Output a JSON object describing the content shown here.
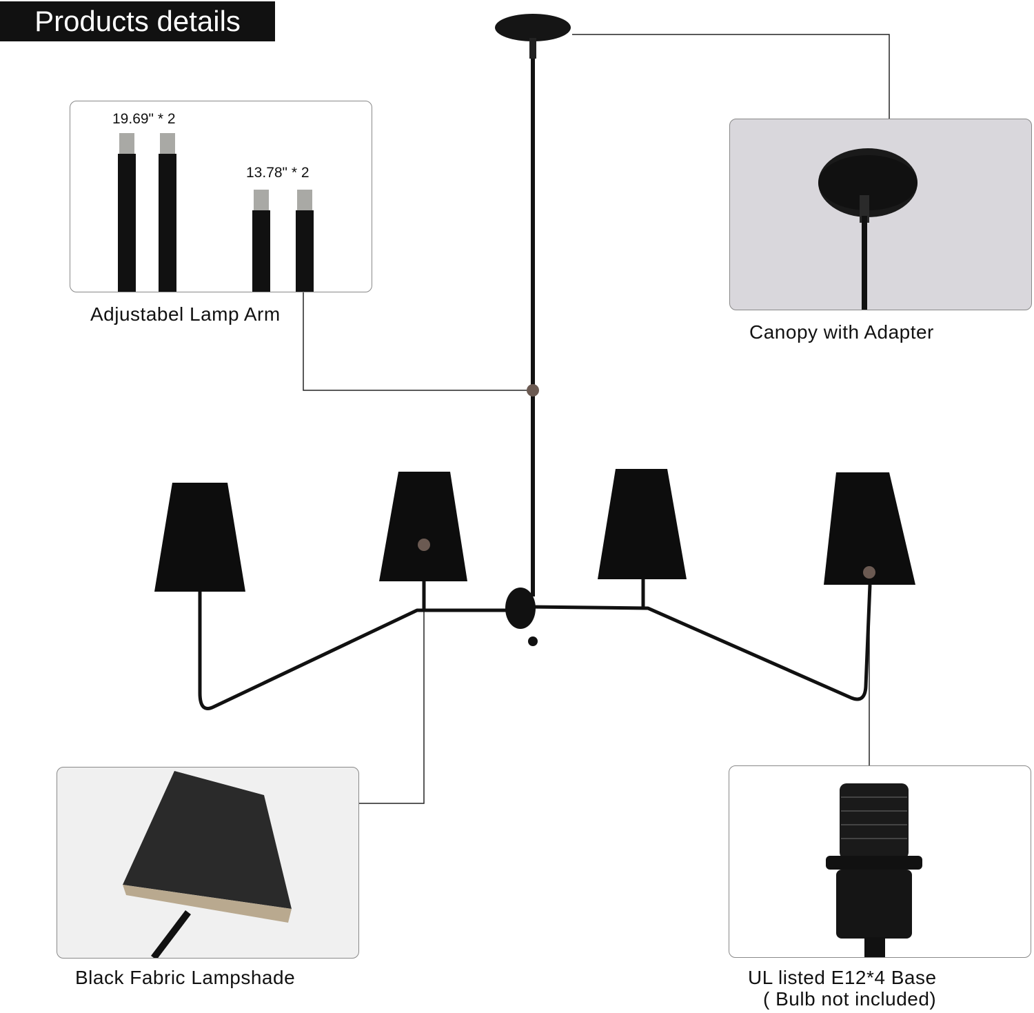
{
  "title": "Products details",
  "callouts": {
    "lamp_arm": {
      "label": "Adjustabel Lamp Arm",
      "long_rod": "19.69\" * 2",
      "short_rod": "13.78\" * 2"
    },
    "canopy": {
      "label": "Canopy with Adapter"
    },
    "lampshade": {
      "label": "Black Fabric Lampshade"
    },
    "base": {
      "label_line1": "UL listed E12*4  Base",
      "label_line2": "( Bulb not included)"
    }
  },
  "colors": {
    "fixture": "#111111",
    "canopy_photo_bg": "#d9d7dc",
    "marker_dot": "#6b5a52",
    "title_bg": "#111111"
  }
}
